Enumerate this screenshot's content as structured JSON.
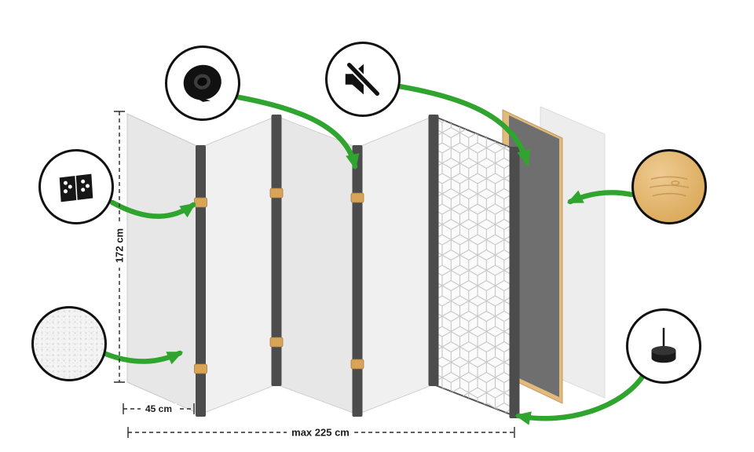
{
  "diagram": {
    "dimensions": {
      "height_label": "172 cm",
      "panel_width_label": "45 cm",
      "total_width_label": "max 225 cm"
    },
    "panels": {
      "count": 5,
      "front_pattern": "geometric-cubes"
    },
    "callouts": [
      {
        "icon": "tape-roll-icon"
      },
      {
        "icon": "muted-speaker-icon"
      },
      {
        "icon": "hinge-icon"
      },
      {
        "icon": "fabric-texture-icon"
      },
      {
        "icon": "wood-texture-icon"
      },
      {
        "icon": "foot-pin-icon"
      }
    ],
    "colors": {
      "accent_green": "#2fa42f",
      "panel_light": "#e9e9e9",
      "panel_edge_dark": "#4c4c4c",
      "hinge_tan": "#d8a558",
      "wood_frame": "#e3ba7d",
      "dark_layer": "#6f6f6f",
      "pattern_line": "#c6c6c6"
    }
  }
}
